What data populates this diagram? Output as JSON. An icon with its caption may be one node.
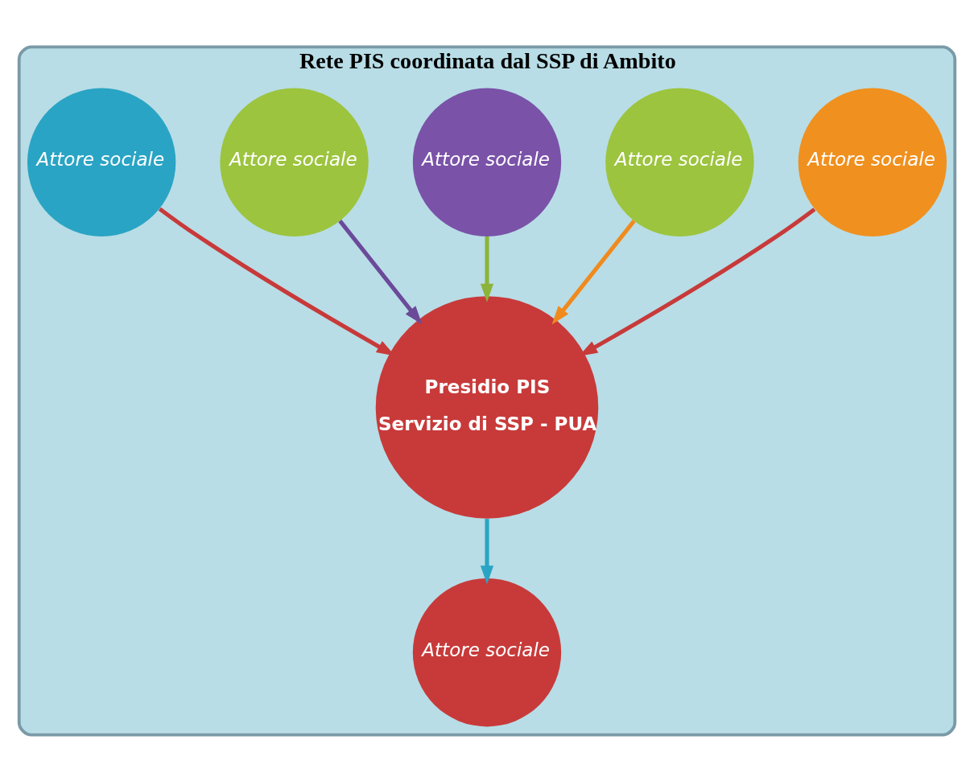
{
  "diagram": {
    "nodes": [
      {
        "text": [
          "Rete PIS coordinata dal SSP di Ambito"
        ]
      },
      {
        "text": [
          "Attore sociale"
        ],
        "in": 0
      },
      {
        "text": [
          "Attore sociale"
        ],
        "in": 0
      },
      {
        "text": [
          "Presidio PIS",
          "Servizio di SSP - PUA"
        ],
        "in": 0
      },
      {
        "text": [
          "Attore sociale"
        ],
        "in": 0
      },
      {
        "text": [
          "Attore sociale"
        ],
        "in": 0
      },
      {
        "text": [
          "Attore sociale"
        ],
        "in": 0
      },
      {
        "text": [
          "Attore sociale"
        ],
        "in": 0
      }
    ],
    "edges": [
      {
        "from": 2,
        "to": 3,
        "arrow": "to",
        "color": "#f08a1e"
      },
      {
        "from": 1,
        "to": 3,
        "arrow": "to",
        "color": "#c83a3a"
      },
      {
        "from": 3,
        "to": 5,
        "arrow": "to",
        "color": "#2aa4c4"
      },
      {
        "from": 7,
        "to": 3,
        "arrow": "to",
        "color": "#c83a3a"
      },
      {
        "from": 6,
        "to": 3,
        "arrow": "to",
        "color": "#6b4a9a"
      },
      {
        "from": 4,
        "to": 3,
        "arrow": "to",
        "color": "#8cb43a"
      }
    ]
  }
}
